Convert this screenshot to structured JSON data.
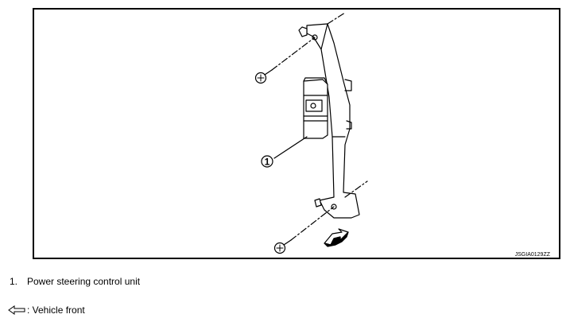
{
  "figure": {
    "callout": "1",
    "code": "JSGIA0129ZZ"
  },
  "legend": {
    "items": [
      {
        "number": "1.",
        "label": "Power steering control unit"
      }
    ],
    "front_label": ": Vehicle front",
    "front_icon": "front-arrow-icon"
  },
  "colors": {
    "line": "#000000",
    "background": "#ffffff"
  }
}
